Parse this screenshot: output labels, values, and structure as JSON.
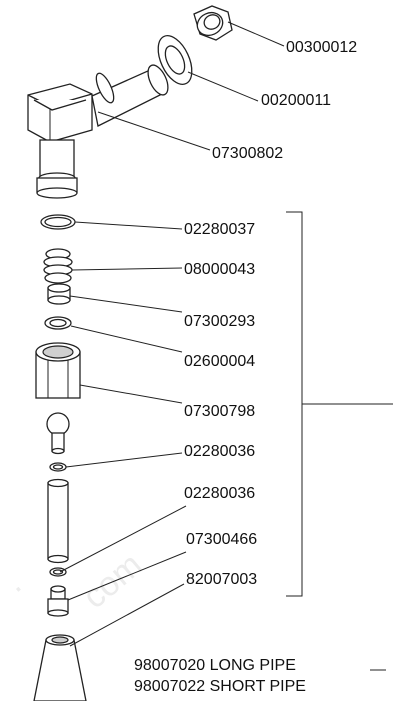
{
  "parts": [
    {
      "number": "00300012"
    },
    {
      "number": "00200011"
    },
    {
      "number": "07300802"
    },
    {
      "number": "02280037"
    },
    {
      "number": "08000043"
    },
    {
      "number": "07300293"
    },
    {
      "number": "02600004"
    },
    {
      "number": "07300798"
    },
    {
      "number": "02280036"
    },
    {
      "number": "02280036"
    },
    {
      "number": "07300466"
    },
    {
      "number": "82007003"
    }
  ],
  "pipe_options": [
    "98007020 LONG PIPE",
    "98007022 SHORT PIPE"
  ],
  "watermark": "com"
}
